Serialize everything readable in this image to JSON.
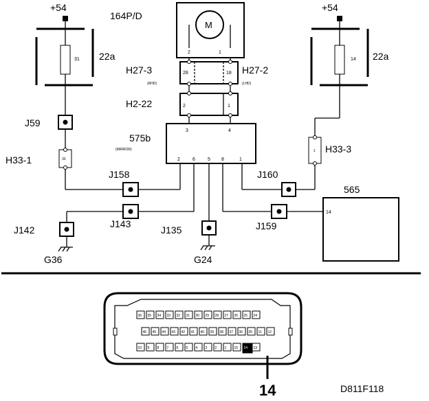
{
  "labels": {
    "supply_left": "+54",
    "supply_right": "+54",
    "motor_unit": "164P/D",
    "motor_symbol": "M",
    "motor_pin_left": "2",
    "motor_pin_right": "1",
    "fuse_left_box": "22a",
    "fuse_left_num": "31",
    "fuse_right_box": "22a",
    "fuse_right_num": "14",
    "conn_h27_3": "H27-3",
    "conn_h27_3_sub": "(RHD)",
    "conn_h27_2": "H27-2",
    "conn_h27_2_sub": "(LHD)",
    "h27_pin_left": "28",
    "h27_pin_right": "18",
    "conn_h2_22": "H2-22",
    "h2_pin_left": "2",
    "h2_pin_right": "1",
    "module_575b": "575b",
    "module_575b_sub": "(MIRROR)",
    "pin_3": "3",
    "pin_4": "4",
    "pin_2": "2",
    "pin_6": "6",
    "pin_5": "5",
    "pin_8": "8",
    "pin_1": "1",
    "j59": "J59",
    "h33_1": "H33-1",
    "h33_1_pin": "33",
    "h33_3": "H33-3",
    "h33_3_pin": "1",
    "j158": "J158",
    "j160": "J160",
    "j143": "J143",
    "j142": "J142",
    "j135": "J135",
    "j159": "J159",
    "g36": "G36",
    "g24": "G24",
    "module_565": "565",
    "module_565_pin": "14",
    "connector_callout": "14",
    "figure_code": "D811F118"
  },
  "connector_pins": {
    "row1": [
      "36",
      "35",
      "34",
      "33",
      "32",
      "31",
      "30",
      "29",
      "28",
      "27",
      "26",
      "25",
      "24"
    ],
    "row2": [
      "46",
      "45",
      "44",
      "43",
      "42",
      "41",
      "40",
      "39",
      "38",
      "37",
      "36",
      "35",
      "11",
      "12"
    ],
    "row3": [
      "10",
      "9",
      "8",
      "7",
      "6",
      "5",
      "4",
      "3",
      "2",
      "1",
      "15",
      "14",
      "13"
    ]
  }
}
